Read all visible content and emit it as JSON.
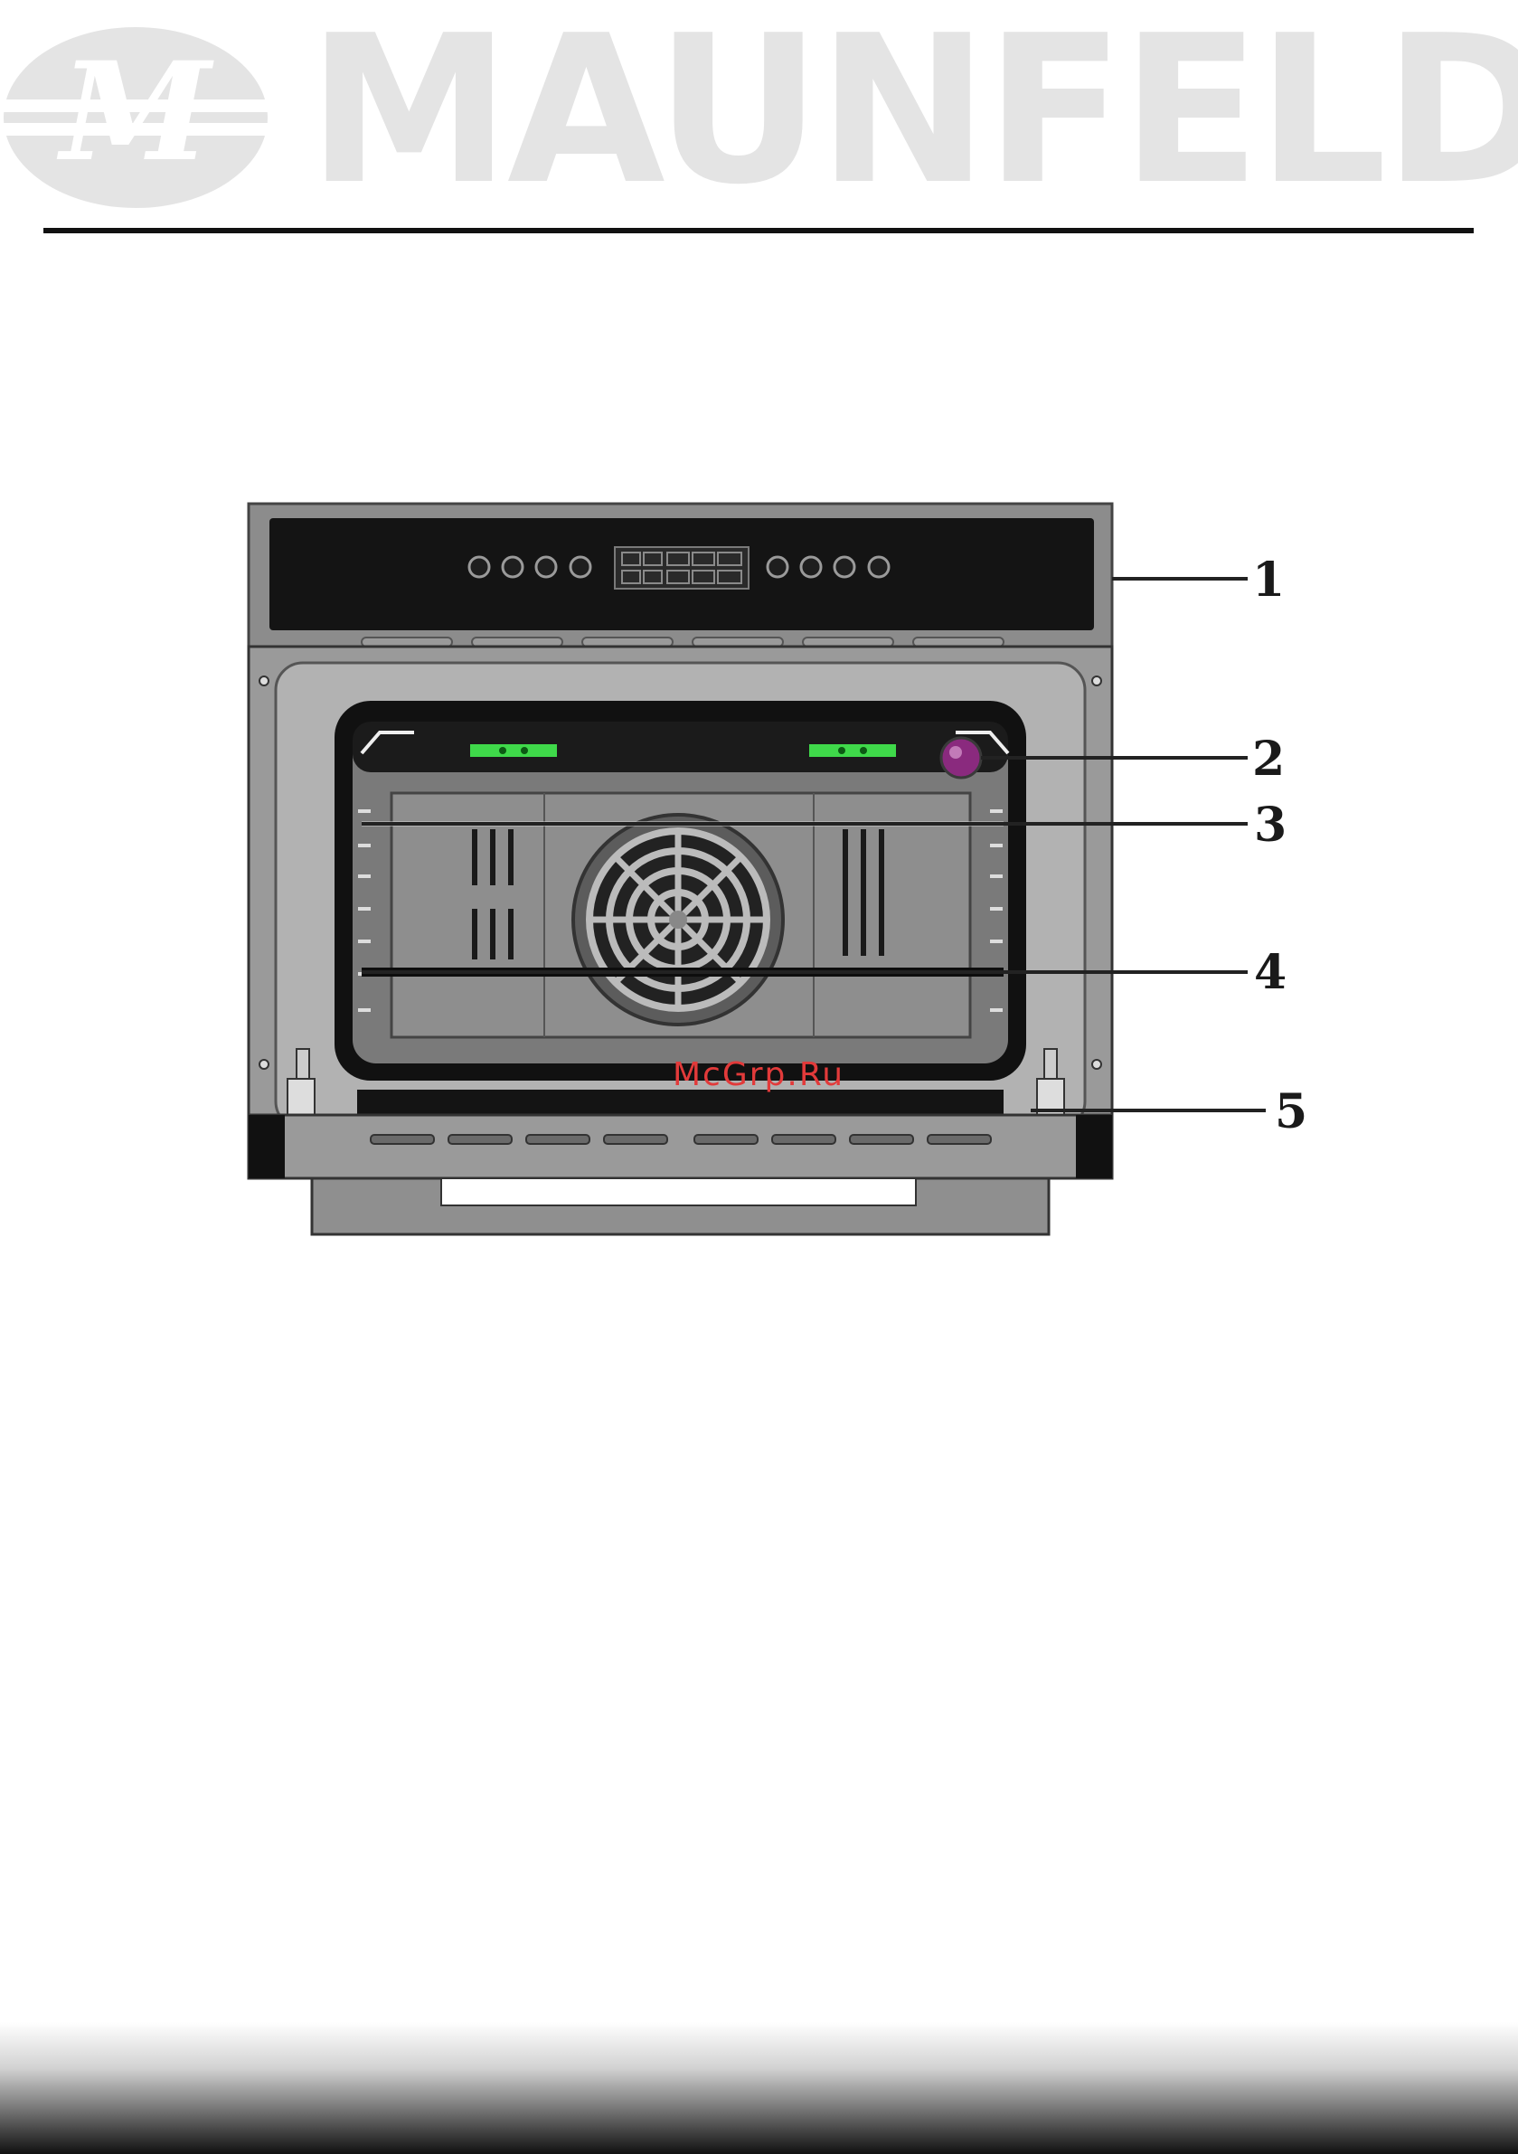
{
  "brand": {
    "name": "MAUNFELD",
    "logo_text": "M",
    "logo_color": "#e4e4e4"
  },
  "figure": {
    "icon": "built-in-oven-front-view",
    "accent_light_color": "#3fd94a",
    "lamp_color": "#8a2a7e",
    "callouts": [
      "1",
      "2",
      "3",
      "4",
      "5"
    ]
  },
  "watermark": "McGrp.Ru"
}
